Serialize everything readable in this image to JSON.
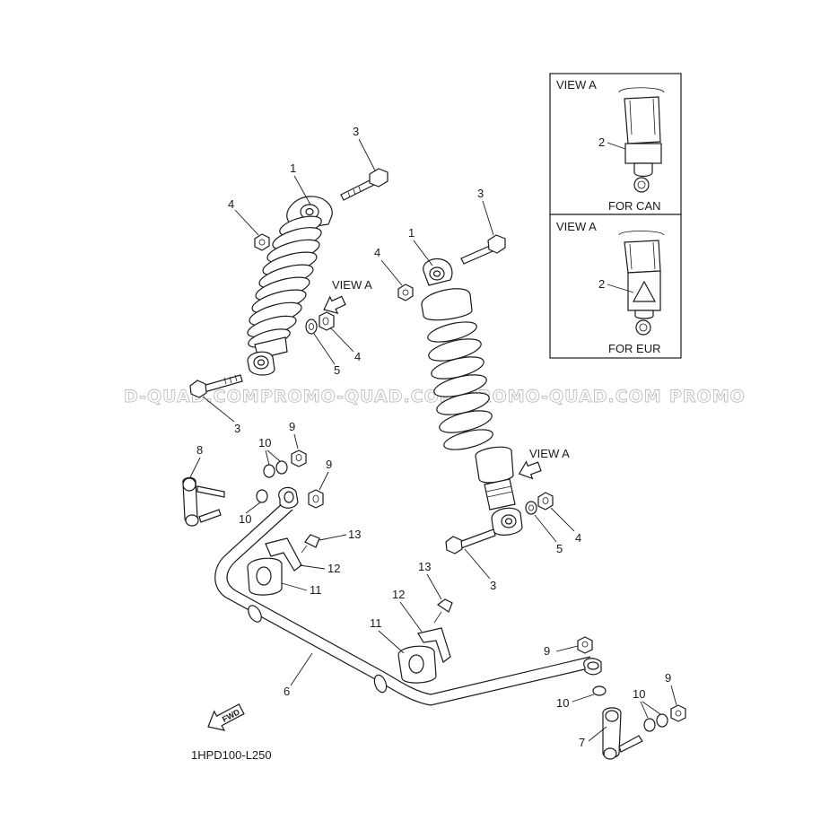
{
  "diagram_code": "1HPD100-L250",
  "watermark": [
    "D-QUAD.COM",
    "PROMO-QUAD.COM",
    "PROMO-QUAD.COM",
    "PROMO"
  ],
  "fwd_label": "FWD",
  "view_a_boxes": [
    {
      "title": "VIEW A",
      "variant": "FOR CAN",
      "callout": "2"
    },
    {
      "title": "VIEW A",
      "variant": "FOR EUR",
      "callout": "2"
    }
  ],
  "view_a_arrows": [
    "VIEW A",
    "VIEW A"
  ],
  "callouts": {
    "left_shock": {
      "shock": "1",
      "top_bolt": "3",
      "top_nut": "4",
      "washer": "5",
      "nut": "4",
      "bottom_bolt": "3"
    },
    "right_shock": {
      "shock": "1",
      "top_bolt": "3",
      "top_nut": "4",
      "washer": "5",
      "nut": "4",
      "bottom_bolt": "3"
    },
    "stabilizer": {
      "bar": "6",
      "link_rod_left": "8",
      "link_rod_right": "7",
      "nut_upper_left": "9",
      "nut_lower_left": "9",
      "nut_right_top": "9",
      "nut_right_bottom": "9",
      "washer_left_top": "10",
      "washer_left_bottom": "10",
      "washer_right_mid": "10",
      "washer_right_bottom": "10",
      "bushing_left": "11",
      "bushing_right": "11",
      "bracket_left": "12",
      "bracket_right": "12",
      "bolt_left": "13",
      "bolt_right": "13"
    }
  }
}
